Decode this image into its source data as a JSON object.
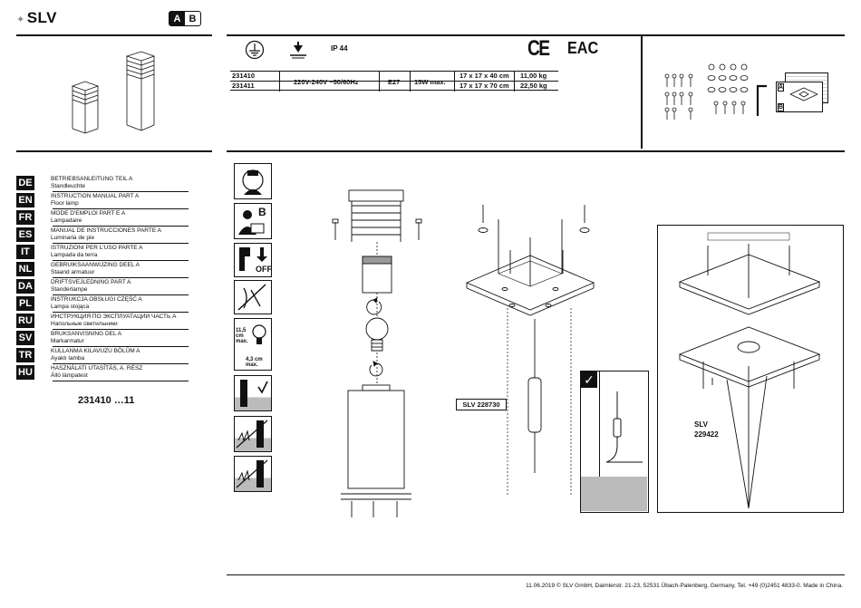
{
  "brand": {
    "logo": "SLV",
    "part_a": "A",
    "part_b": "B"
  },
  "product": {
    "model_range": "231410 …11"
  },
  "spec_header": {
    "ip_rating": "IP 44",
    "ce_mark": "CE",
    "eac_mark": "EAC"
  },
  "spec_table": {
    "rows": [
      {
        "item": "231410",
        "dims": "17 x 17 x 40 cm",
        "weight": "11,00 kg"
      },
      {
        "item": "231411",
        "dims": "17 x 17 x 70 cm",
        "weight": "22,50 kg"
      }
    ],
    "voltage": "220V-240V ~50/60Hz",
    "socket": "E27",
    "power": "15W max."
  },
  "languages": [
    {
      "code": "DE",
      "title": "BETRIEBSANLEITUNG TEIL A",
      "sub": "Standleuchte"
    },
    {
      "code": "EN",
      "title": "INSTRUCTION MANUAL PART A",
      "sub": "Floor lamp"
    },
    {
      "code": "FR",
      "title": "MODE D'EMPLOI PART E A",
      "sub": "Lampadaire"
    },
    {
      "code": "ES",
      "title": "MANUAL DE INSTRUCCIONES PARTE A",
      "sub": "Luminaria de pie"
    },
    {
      "code": "IT",
      "title": "ISTRUZIONI PER L'USO PARTE A",
      "sub": "Lampada da terra"
    },
    {
      "code": "NL",
      "title": "GEBRUIKSAANWIJZING DEEL A",
      "sub": "Staand armatuur"
    },
    {
      "code": "DA",
      "title": "DRIFTSVEJLEDNING PART A",
      "sub": "Standerlampe"
    },
    {
      "code": "PL",
      "title": "INSTRUKCJA OBSŁUGI CZĘŚĆ A",
      "sub": "Lampa stojąca"
    },
    {
      "code": "RU",
      "title": "ИНСТРУКЦИЯ ПО ЭКСПЛУАТАЦИИ ЧАСТЬ А",
      "sub": "Напольные светильники"
    },
    {
      "code": "SV",
      "title": "BRUKSANVISNING DEL A",
      "sub": "Markarmatur"
    },
    {
      "code": "TR",
      "title": "KULLANMA KILAVUZU BÖLÜM A",
      "sub": "Ayaklı lamba"
    },
    {
      "code": "HU",
      "title": "HASZNÁLATI UTASÍTÁS, A. RÉSZ",
      "sub": "Álló lámpatest"
    }
  ],
  "icons": {
    "bulb_height": "11,5 cm max.",
    "bulb_diameter": "4,3 cm max.",
    "power_off": "OFF",
    "part_b_badge": "B"
  },
  "accessories": {
    "connector": "SLV 228730",
    "ground_spike": "SLV\n229422",
    "ground_spike_line1": "SLV",
    "ground_spike_line2": "229422"
  },
  "parts_sheet": {
    "label_a": "A",
    "label_b": "B"
  },
  "footer": {
    "text": "11.06.2019  © SLV GmbH, Daimlerstr. 21-23, 52531 Übach-Palenberg, Germany, Tel. +49 (0)2451 4833-0. Made in China."
  }
}
